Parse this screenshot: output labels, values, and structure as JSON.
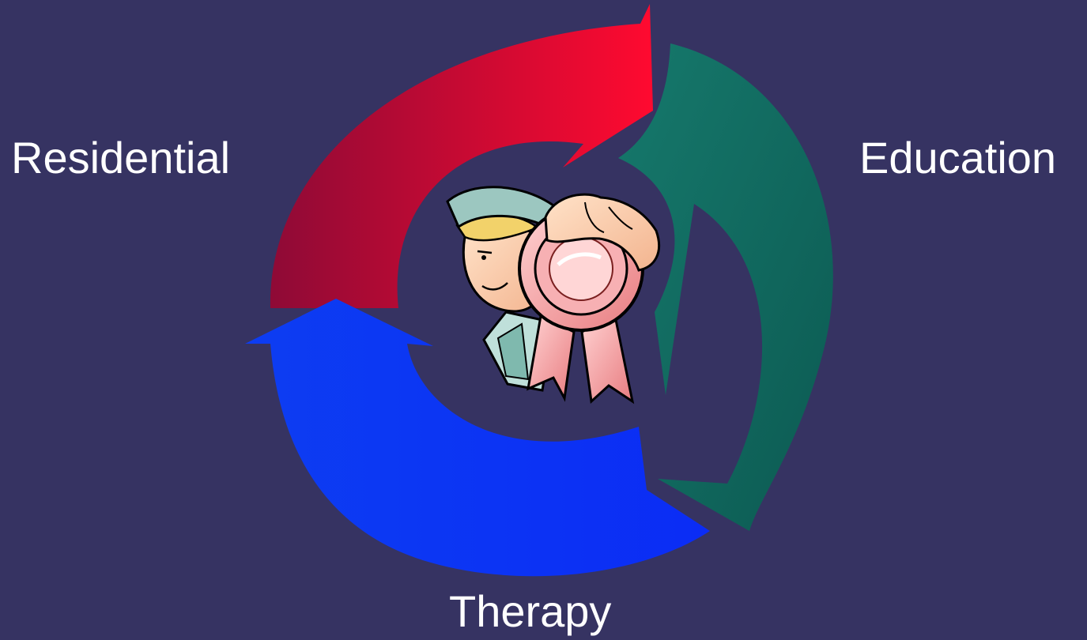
{
  "colors": {
    "background": "#363362",
    "residential_arrow": "#d8103a",
    "education_arrow": "#136a60",
    "therapy_arrow": "#0b33f5",
    "label_text": "#ffffff"
  },
  "labels": {
    "residential": "Residential",
    "education": "Education",
    "therapy": "Therapy"
  },
  "center_image": {
    "icon": "person-holding-award-ribbon-icon"
  }
}
